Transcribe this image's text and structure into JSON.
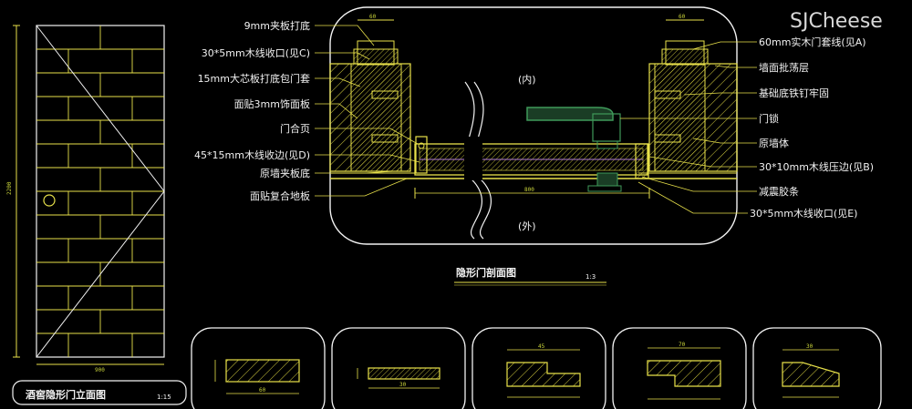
{
  "watermark": "SJCheese",
  "elevation": {
    "title": "酒窖隐形门立面图",
    "scale": "1:15"
  },
  "section": {
    "title": "隐形门剖面图",
    "scale": "1:3",
    "inside_label": "(内)",
    "outside_label": "(外)",
    "labels_left": [
      "9mm夹板打底",
      "30*5mm木线收口(见C)",
      "15mm大芯板打底包门套",
      "面贴3mm饰面板",
      "门合页",
      "45*15mm木线收边(见D)",
      "原墙夹板底",
      "面贴复合地板"
    ],
    "labels_right": [
      "60mm实木门套线(见A)",
      "墙面批荡层",
      "基础底铁钉牢固",
      "门锁",
      "原墙体",
      "30*10mm木线压边(见B)",
      "减震胶条",
      "30*5mm木线收口(见E)"
    ]
  },
  "colors": {
    "background": "#000000",
    "line_yellow": "#e8e14a",
    "line_white": "#f2f2f2",
    "hatch": "#d6cf3e",
    "lock_green": "#3f9a5a"
  }
}
